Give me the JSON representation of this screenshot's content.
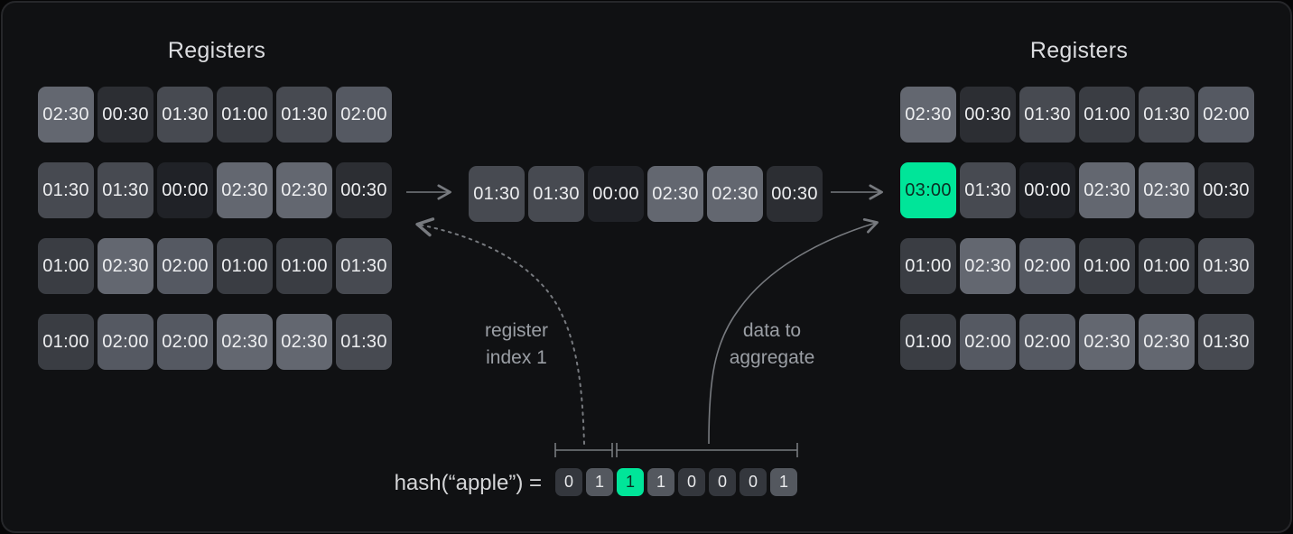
{
  "colors": {
    "panel_bg": "#101113",
    "panel_border": "#26272a",
    "canvas_bg": "#060607",
    "cell_text": "#edeef0",
    "accent_green": "#00e599",
    "accent_green_text": "#0a2e23",
    "line_gray": "#8a8d92",
    "label_gray": "#9b9fa5",
    "title_color": "#dcdde0"
  },
  "value_colors": {
    "00:00": "#202227",
    "00:30": "#2c2e33",
    "01:00": "#3a3d43",
    "01:30": "#474a51",
    "02:00": "#555962",
    "02:30": "#636770",
    "03:00": "#00e599"
  },
  "bit_colors": {
    "0": "#34373d",
    "1": "#54585f"
  },
  "left_registers": {
    "title": "Registers",
    "rows": [
      [
        "02:30",
        "00:30",
        "01:30",
        "01:00",
        "01:30",
        "02:00"
      ],
      [
        "01:30",
        "01:30",
        "00:00",
        "02:30",
        "02:30",
        "00:30"
      ],
      [
        "01:00",
        "02:30",
        "02:00",
        "01:00",
        "01:00",
        "01:30"
      ],
      [
        "01:00",
        "02:00",
        "02:00",
        "02:30",
        "02:30",
        "01:30"
      ]
    ]
  },
  "middle_row": [
    "01:30",
    "01:30",
    "00:00",
    "02:30",
    "02:30",
    "00:30"
  ],
  "right_registers": {
    "title": "Registers",
    "rows": [
      [
        "02:30",
        "00:30",
        "01:30",
        "01:00",
        "01:30",
        "02:00"
      ],
      [
        "03:00",
        "01:30",
        "00:00",
        "02:30",
        "02:30",
        "00:30"
      ],
      [
        "01:00",
        "02:30",
        "02:00",
        "01:00",
        "01:00",
        "01:30"
      ],
      [
        "01:00",
        "02:00",
        "02:00",
        "02:30",
        "02:30",
        "01:30"
      ]
    ],
    "highlight": {
      "row": 1,
      "col": 0,
      "value": "03:00"
    }
  },
  "hash": {
    "label": "hash(“apple”) =",
    "bits": [
      "0",
      "1",
      "1",
      "1",
      "0",
      "0",
      "0",
      "1"
    ],
    "highlight_index": 2
  },
  "annotations": {
    "register_index": {
      "lines": [
        "register",
        "index 1"
      ]
    },
    "data_aggregate": {
      "lines": [
        "data to",
        "aggregate"
      ]
    }
  }
}
